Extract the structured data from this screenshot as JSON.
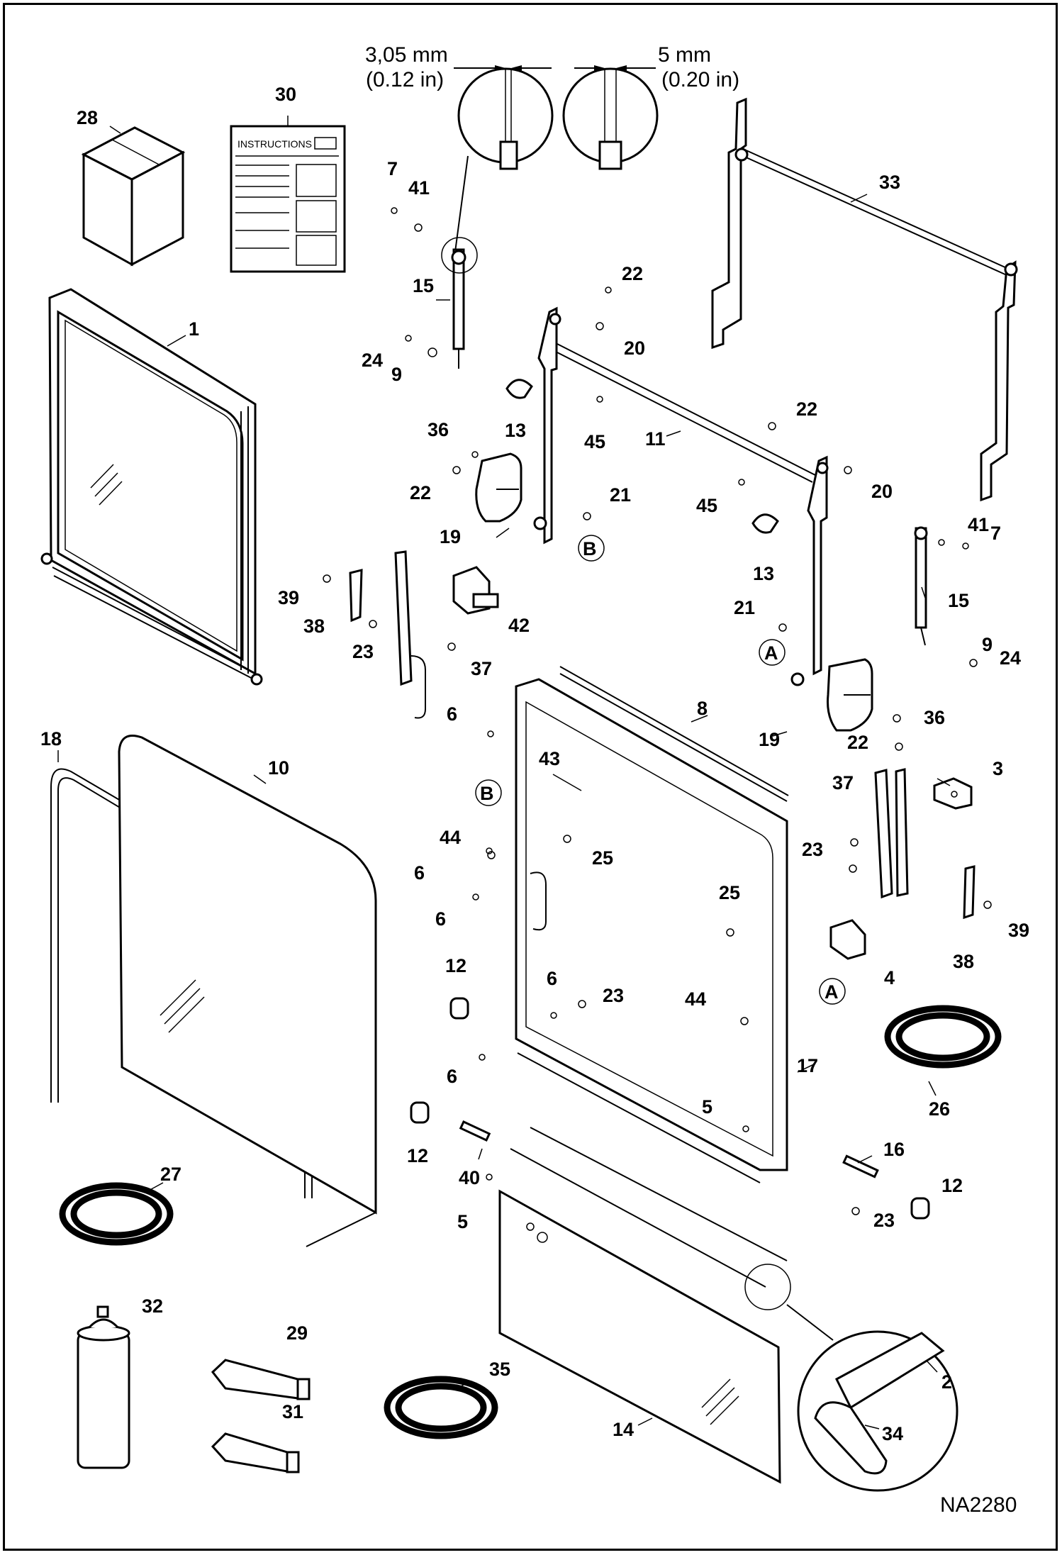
{
  "diagram_code": "NA2280",
  "dimensions": [
    {
      "id": "dim-left",
      "value": "3,05 mm",
      "imperial": "(0.12 in)"
    },
    {
      "id": "dim-right",
      "value": "5 mm",
      "imperial": "(0.20 in)"
    }
  ],
  "instructions_sheet": {
    "title": "INSTRUCTIONS"
  },
  "callouts": [
    "A",
    "B"
  ],
  "part_labels": [
    "1",
    "2",
    "3",
    "4",
    "5",
    "5",
    "6",
    "6",
    "6",
    "6",
    "6",
    "7",
    "7",
    "8",
    "9",
    "9",
    "10",
    "11",
    "12",
    "12",
    "12",
    "13",
    "13",
    "14",
    "15",
    "15",
    "16",
    "17",
    "18",
    "19",
    "19",
    "20",
    "20",
    "21",
    "21",
    "22",
    "22",
    "22",
    "22",
    "23",
    "23",
    "23",
    "23",
    "24",
    "24",
    "25",
    "25",
    "26",
    "27",
    "28",
    "29",
    "30",
    "31",
    "32",
    "33",
    "34",
    "35",
    "36",
    "36",
    "37",
    "37",
    "38",
    "38",
    "39",
    "39",
    "40",
    "41",
    "41",
    "42",
    "43",
    "44",
    "44",
    "45",
    "45"
  ],
  "colors": {
    "line": "#000000",
    "background": "#ffffff"
  }
}
